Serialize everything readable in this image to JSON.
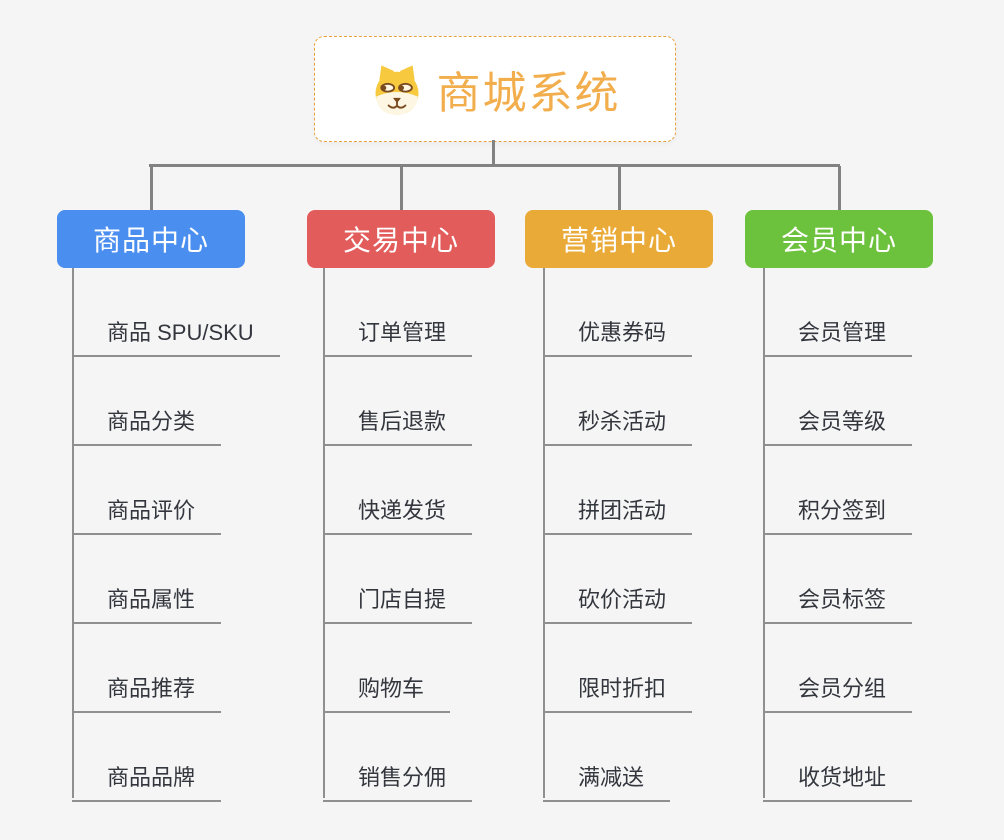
{
  "root": {
    "title": "商城系统",
    "icon": "doge-icon",
    "title_color": "#F2AE4D",
    "border_color": "#E8A13C"
  },
  "branches": [
    {
      "label": "商品中心",
      "color": "#4A8EF0",
      "children": [
        "商品 SPU/SKU",
        "商品分类",
        "商品评价",
        "商品属性",
        "商品推荐",
        "商品品牌"
      ]
    },
    {
      "label": "交易中心",
      "color": "#E25C5C",
      "children": [
        "订单管理",
        "售后退款",
        "快递发货",
        "门店自提",
        "购物车",
        "销售分佣"
      ]
    },
    {
      "label": "营销中心",
      "color": "#EAAA38",
      "children": [
        "优惠券码",
        "秒杀活动",
        "拼团活动",
        "砍价活动",
        "限时折扣",
        "满减送"
      ]
    },
    {
      "label": "会员中心",
      "color": "#6CC13D",
      "children": [
        "会员管理",
        "会员等级",
        "积分签到",
        "会员标签",
        "会员分组",
        "收货地址"
      ]
    }
  ],
  "colors": {
    "background": "#F5F5F6",
    "connector": "#828282",
    "underline": "#8F8F8F",
    "leaf_text": "#33373D",
    "branch_text": "#FFFFFF"
  }
}
